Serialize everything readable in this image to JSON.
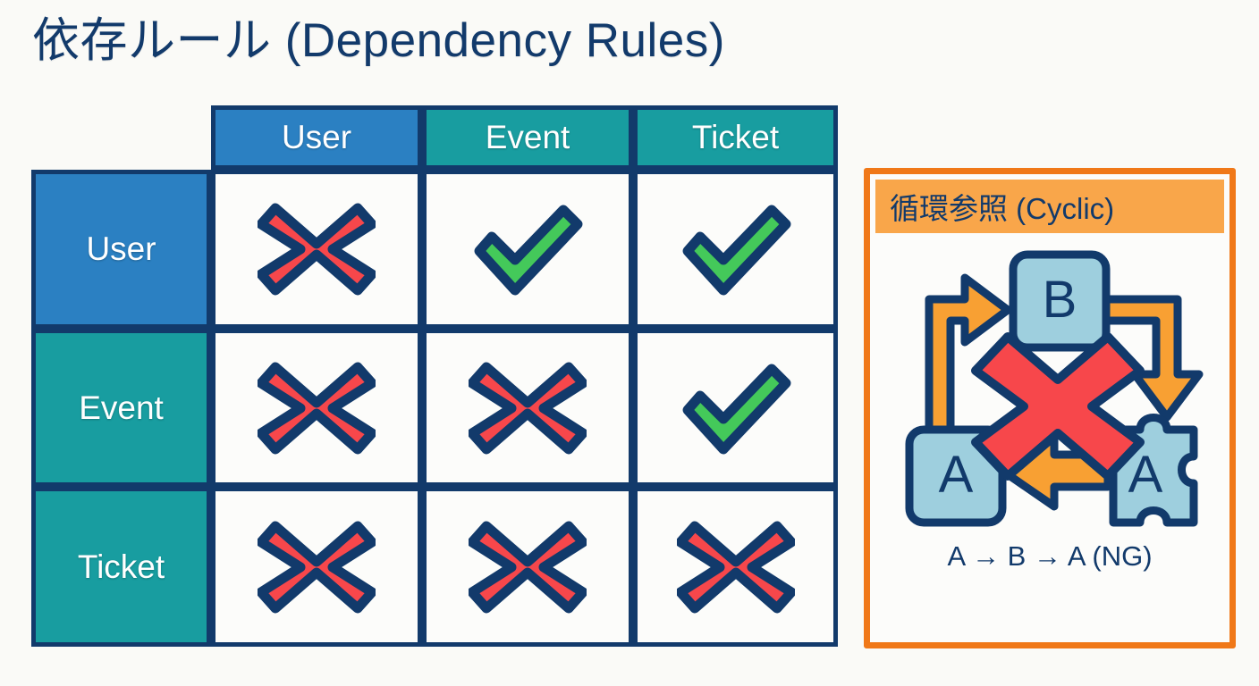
{
  "page": {
    "title": "依存ルール (Dependency Rules)",
    "background_color": "#FAFAF7",
    "title_color": "#123A6B"
  },
  "matrix": {
    "corner_label": "",
    "column_headers": [
      {
        "label": "User",
        "color": "#2B80C2"
      },
      {
        "label": "Event",
        "color": "#189DA0"
      },
      {
        "label": "Ticket",
        "color": "#189DA0"
      }
    ],
    "row_headers": [
      {
        "label": "User",
        "color": "#2B80C2"
      },
      {
        "label": "Event",
        "color": "#189DA0"
      },
      {
        "label": "Ticket",
        "color": "#189DA0"
      }
    ],
    "cells": [
      [
        {
          "mark": "cross",
          "meaning": "not-allowed"
        },
        {
          "mark": "check",
          "meaning": "allowed"
        },
        {
          "mark": "check",
          "meaning": "allowed"
        }
      ],
      [
        {
          "mark": "cross",
          "meaning": "not-allowed"
        },
        {
          "mark": "cross",
          "meaning": "not-allowed"
        },
        {
          "mark": "check",
          "meaning": "allowed"
        }
      ],
      [
        {
          "mark": "cross",
          "meaning": "not-allowed"
        },
        {
          "mark": "cross",
          "meaning": "not-allowed"
        },
        {
          "mark": "cross",
          "meaning": "not-allowed"
        }
      ]
    ],
    "mark_colors": {
      "check_fill": "#44C95A",
      "cross_fill": "#F7474B",
      "outline": "#123A6B"
    },
    "border_color": "#123A6B",
    "cell_background": "#FCFCFA"
  },
  "cyclic_panel": {
    "header": "循環参照 (Cyclic)",
    "caption": "A → B → A (NG)",
    "border_color": "#F07818",
    "header_background": "#F9A64A",
    "header_text_color": "#123A6B",
    "nodes": [
      {
        "id": "node-a-left",
        "label": "A",
        "shape": "rounded-square"
      },
      {
        "id": "node-b-top",
        "label": "B",
        "shape": "rounded-square"
      },
      {
        "id": "node-a-right",
        "label": "A",
        "shape": "puzzle-piece"
      }
    ],
    "arrows": [
      {
        "from": "A",
        "to": "B",
        "color": "#F8A033"
      },
      {
        "from": "B",
        "to": "A",
        "color": "#F8A033"
      },
      {
        "from": "A",
        "to": "A",
        "color": "#F8A033"
      }
    ],
    "overlay_mark": "cross",
    "node_fill": "#9ECFDE",
    "node_outline": "#123A6B"
  }
}
